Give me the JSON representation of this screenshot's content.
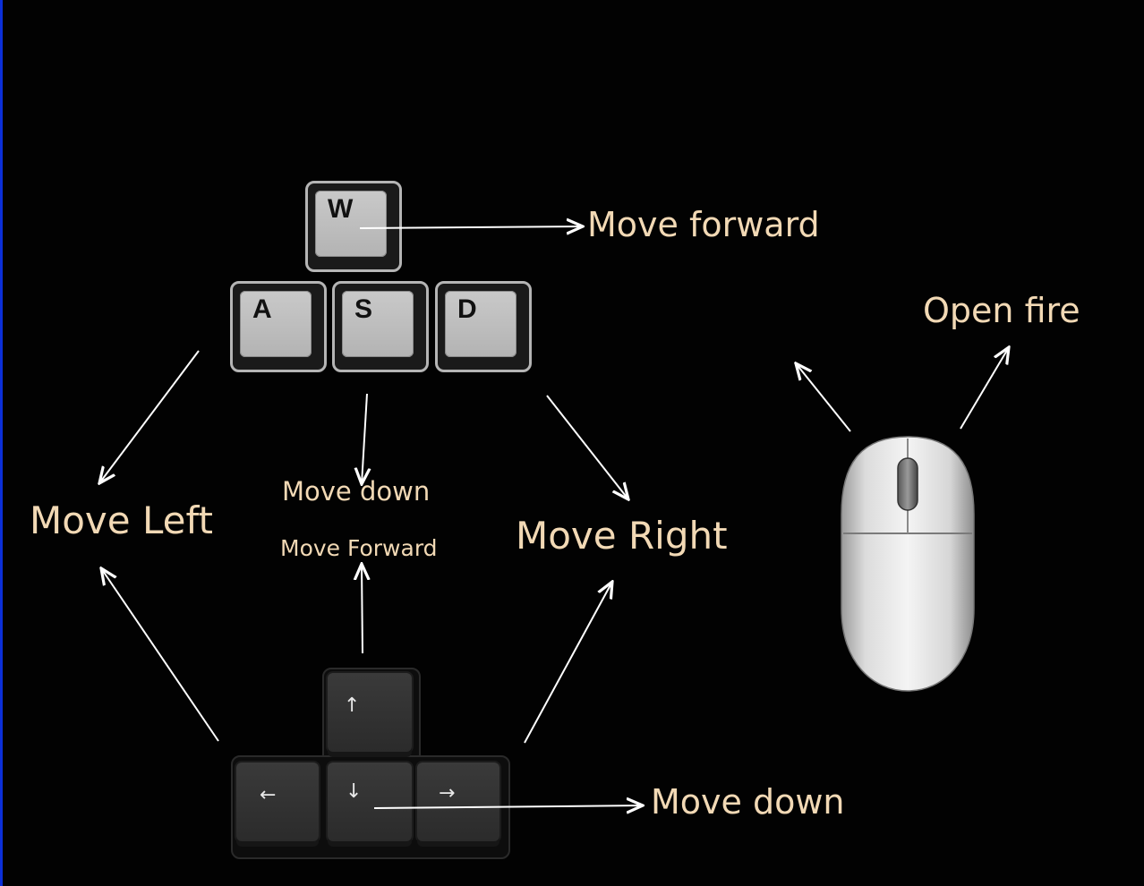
{
  "labels": {
    "move_forward": "Move forward",
    "open_fire": "Open fire",
    "move_left": "Move Left",
    "move_down_top": "Move down",
    "move_forward_small": "Move Forward",
    "move_right": "Move Right",
    "move_down_bottom": "Move down"
  },
  "wasd_keys": {
    "w": "W",
    "a": "A",
    "s": "S",
    "d": "D"
  },
  "arrow_keys": {
    "up": "↑",
    "left": "←",
    "down": "↓",
    "right": "→"
  },
  "colors": {
    "background": "#020202",
    "label_text": "#f2d9b5",
    "arrow_line": "#ffffff",
    "border_accent": "#0b2fd8"
  }
}
